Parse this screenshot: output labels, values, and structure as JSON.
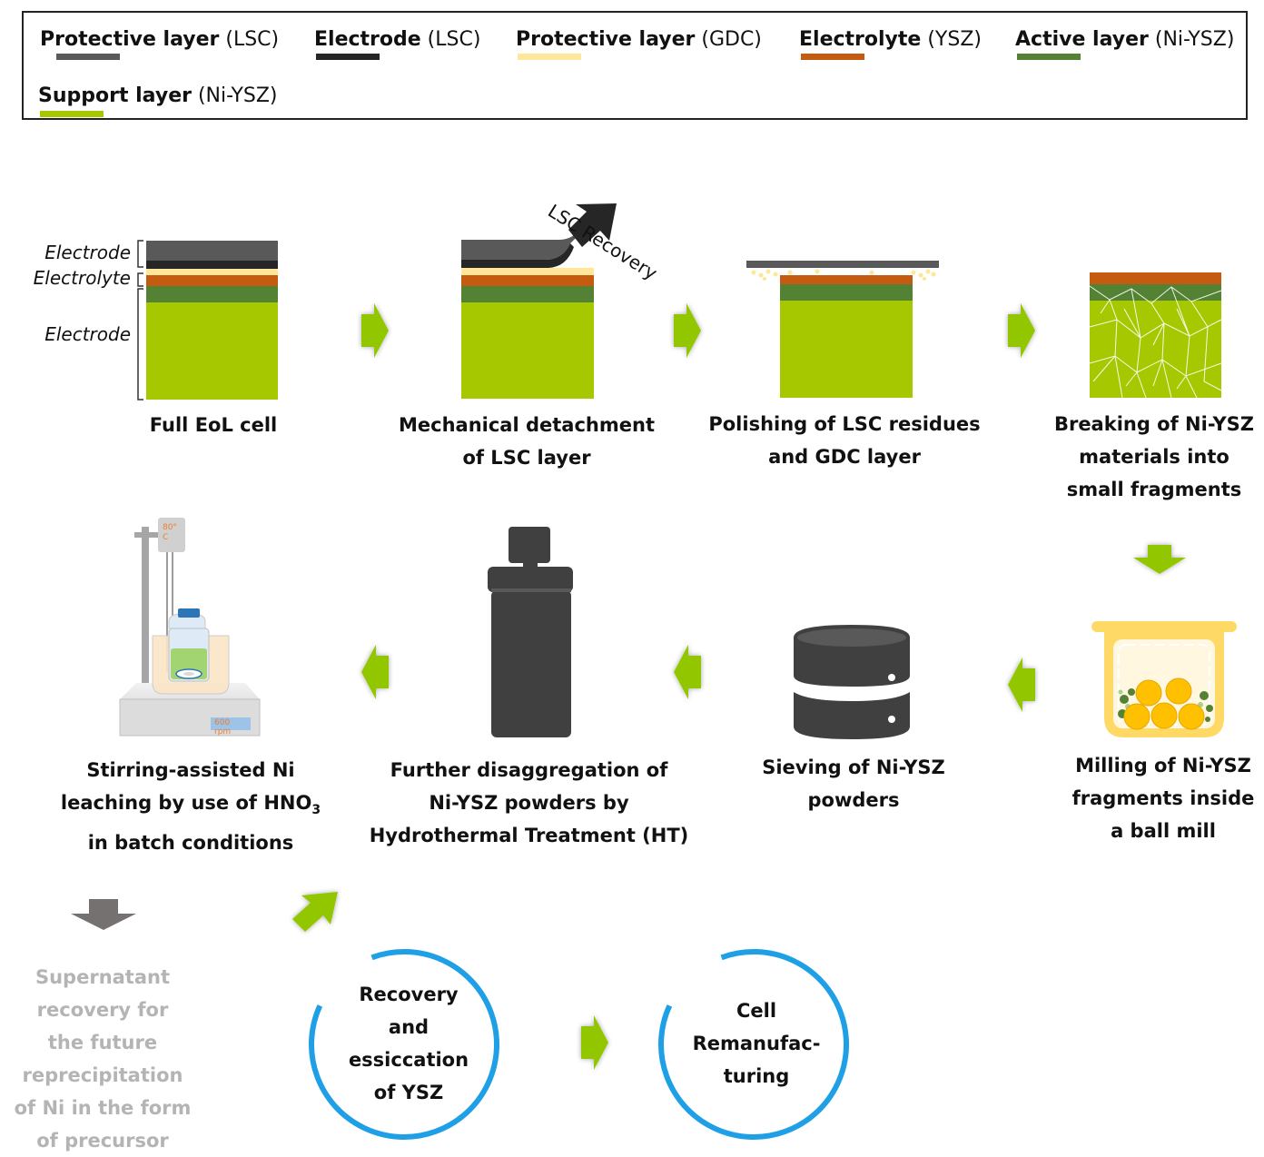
{
  "legend": {
    "items": [
      {
        "bold": "Protective layer",
        "suffix": " (LSC)",
        "color": "#595959"
      },
      {
        "bold": "Electrode",
        "suffix": " (LSC)",
        "color": "#262626"
      },
      {
        "bold": "Protective layer",
        "suffix": " (GDC)",
        "color": "#ffe699"
      },
      {
        "bold": "Electrolyte",
        "suffix": " (YSZ)",
        "color": "#c55a11"
      },
      {
        "bold": "Active layer",
        "suffix": " (Ni-YSZ)",
        "color": "#548235"
      },
      {
        "bold": "Support layer",
        "suffix": " (Ni-YSZ)",
        "color": "#a5c800"
      }
    ]
  },
  "cell_labels": {
    "electrode_top": "Electrode",
    "electrolyte": "Electrolyte",
    "electrode_bottom": "Electrode"
  },
  "recovery_label": "LSC Recovery",
  "steps": {
    "s1": "Full EoL cell",
    "s2_line1": "Mechanical detachment",
    "s2_line2": "of LSC layer",
    "s3_line1": "Polishing of LSC residues",
    "s3_line2": "and GDC layer",
    "s4_line1": "Breaking of Ni-YSZ",
    "s4_line2": "materials into",
    "s4_line3": "small fragments",
    "s5_line1": "Milling of Ni-YSZ",
    "s5_line2": "fragments inside",
    "s5_line3": "a ball mill",
    "s6_line1": "Sieving of Ni-YSZ",
    "s6_line2": "powders",
    "s7_line1": "Further disaggregation of",
    "s7_line2": "Ni-YSZ powders by",
    "s7_line3": "Hydrothermal Treatment (HT)",
    "s8_line1": "Stirring-assisted Ni",
    "s8_line2_pre": "leaching by use of HNO",
    "s8_line2_sub": "3",
    "s8_line3": "in batch conditions"
  },
  "stirrer": {
    "temp_line1": "80°",
    "temp_line2": "C",
    "speed_line1": "600",
    "speed_line2": "rpm"
  },
  "supernatant": [
    "Supernatant",
    "recovery for",
    "the future",
    "reprecipitation",
    "of Ni in the form",
    "of precursor"
  ],
  "outcomes": {
    "recovery": [
      "Recovery",
      "and",
      "essiccation",
      "of YSZ"
    ],
    "remanufacturing": [
      "Cell",
      "Remanufac-",
      "turing"
    ]
  },
  "colors": {
    "arrow": "#92c700",
    "grey_arrow": "#767171",
    "circle": "#1fa0e6",
    "dark": "#404040"
  }
}
